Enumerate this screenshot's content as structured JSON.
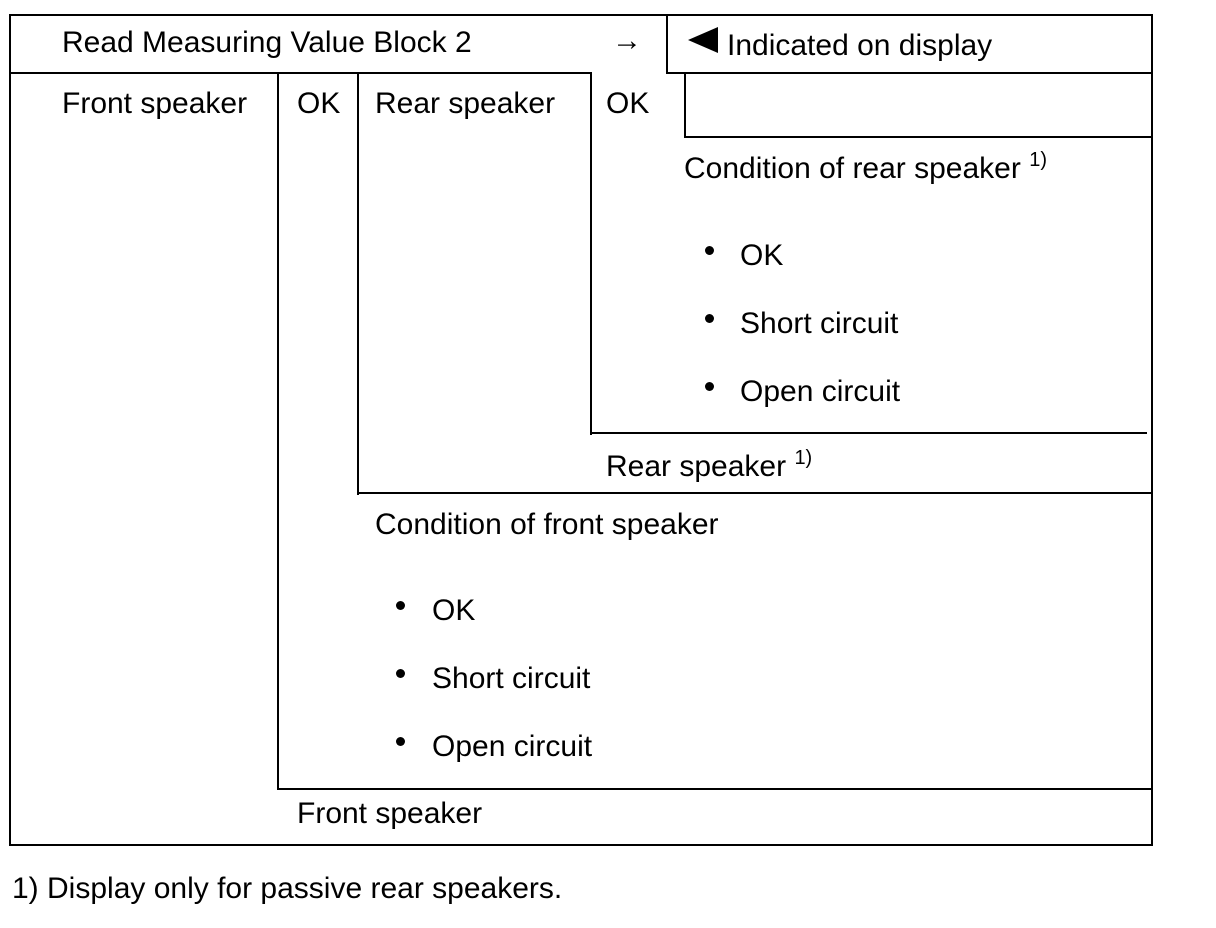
{
  "header": {
    "title": "Read Measuring Value Block 2",
    "arrow": "→",
    "indicated_label": "Indicated on display"
  },
  "display": {
    "field1_name": "Front speaker",
    "field1_value": "OK",
    "field2_name": "Rear speaker",
    "field2_value": "OK"
  },
  "rear_condition": {
    "heading": "Condition of rear speaker",
    "footnote_ref": "1)",
    "options": [
      "OK",
      "Short circuit",
      "Open circuit"
    ]
  },
  "rear_label": {
    "text": "Rear speaker",
    "footnote_ref": "1)"
  },
  "front_condition": {
    "heading": "Condition of front speaker",
    "options": [
      "OK",
      "Short circuit",
      "Open circuit"
    ]
  },
  "front_label": {
    "text": "Front speaker"
  },
  "footnote": {
    "text": "1) Display only for passive rear speakers."
  },
  "icons": {
    "indicator": "triangle-left-icon",
    "bullet": "bullet-icon"
  }
}
